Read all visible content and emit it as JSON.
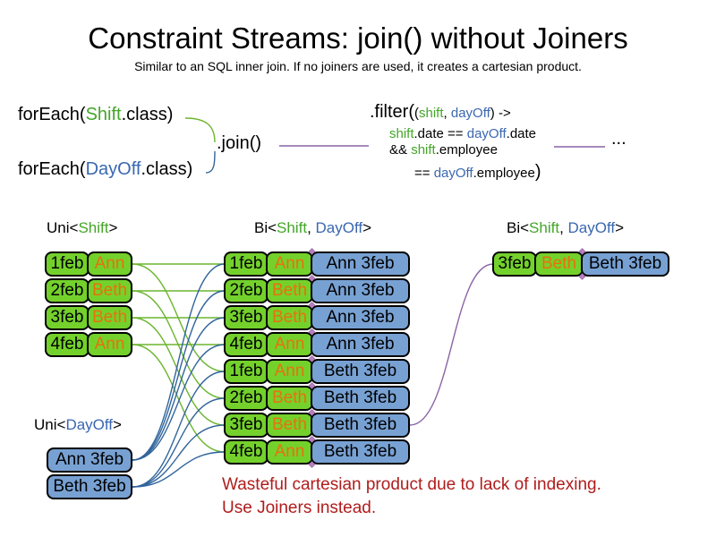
{
  "colors": {
    "box_green": "#74d12c",
    "box_blue": "#78a1d3",
    "text_green": "#44a629",
    "text_blue": "#3a67b0",
    "text_orange": "#e8710a",
    "line_green": "#6cb52f",
    "line_blue": "#31659c",
    "line_purple": "#8a63a5",
    "warning_red": "#b01c1c"
  },
  "title": "Constraint Streams: join() without Joiners",
  "subtitle": "Similar to an SQL inner join. If no joiners are used, it creates a cartesian product.",
  "code": {
    "foreach_shift": {
      "pre": "forEach(",
      "type": "Shift",
      "post": ".class)"
    },
    "foreach_dayoff": {
      "pre": "forEach(",
      "type": "DayOff",
      "post": ".class)"
    },
    "join": ".join()",
    "filter": {
      "head": ".filter(",
      "open_paren": "(",
      "arg1": "shift",
      "comma": ", ",
      "arg2": "dayOff",
      "arrow": ") ->",
      "line2": {
        "a": "shift",
        "b": ".date == ",
        "c": "dayOff",
        "d": ".date"
      },
      "line3": {
        "a": "&& ",
        "b": "shift",
        "c": ".employee"
      },
      "line4": {
        "a": "== ",
        "b": "dayOff",
        "c": ".employee",
        "close": ")"
      }
    },
    "ellipsis": "..."
  },
  "headers": {
    "uni_shift": {
      "pre": "Uni<",
      "type": "Shift",
      "post": ">"
    },
    "bi_join": {
      "pre": "Bi<",
      "type1": "Shift",
      "sep": ", ",
      "type2": "DayOff",
      "post": ">"
    },
    "bi_filtered": {
      "pre": "Bi<",
      "type1": "Shift",
      "sep": ", ",
      "type2": "DayOff",
      "post": ">"
    },
    "uni_dayoff": {
      "pre": "Uni<",
      "type": "DayOff",
      "post": ">"
    }
  },
  "columns": {
    "uni_shift": {
      "rows": [
        {
          "date": "1feb",
          "employee": "Ann"
        },
        {
          "date": "2feb",
          "employee": "Beth"
        },
        {
          "date": "3feb",
          "employee": "Beth"
        },
        {
          "date": "4feb",
          "employee": "Ann"
        }
      ]
    },
    "uni_dayoff": {
      "rows": [
        {
          "label": "Ann 3feb"
        },
        {
          "label": "Beth 3feb"
        }
      ]
    },
    "bi_join": {
      "rows": [
        {
          "date": "1feb",
          "employee": "Ann",
          "dayoff": "Ann 3feb"
        },
        {
          "date": "2feb",
          "employee": "Beth",
          "dayoff": "Ann 3feb"
        },
        {
          "date": "3feb",
          "employee": "Beth",
          "dayoff": "Ann 3feb"
        },
        {
          "date": "4feb",
          "employee": "Ann",
          "dayoff": "Ann 3feb"
        },
        {
          "date": "1feb",
          "employee": "Ann",
          "dayoff": "Beth 3feb"
        },
        {
          "date": "2feb",
          "employee": "Beth",
          "dayoff": "Beth 3feb"
        },
        {
          "date": "3feb",
          "employee": "Beth",
          "dayoff": "Beth 3feb"
        },
        {
          "date": "4feb",
          "employee": "Ann",
          "dayoff": "Beth 3feb"
        }
      ]
    },
    "bi_filtered": {
      "rows": [
        {
          "date": "3feb",
          "employee": "Beth",
          "dayoff": "Beth 3feb"
        }
      ]
    }
  },
  "warning": {
    "line1": "Wasteful cartesian product due to lack of indexing.",
    "line2": "Use Joiners instead."
  }
}
